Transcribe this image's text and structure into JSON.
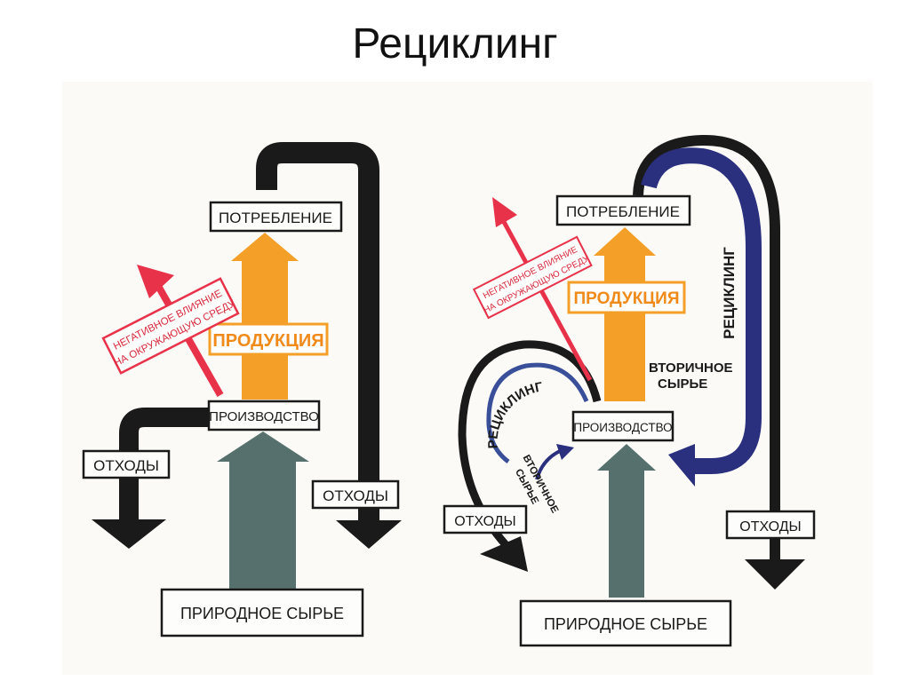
{
  "title": "Рециклинг",
  "colors": {
    "black_arrow": "#1b1a1b",
    "orange_arrow": "#f4a028",
    "red_arrow": "#e8324a",
    "teal_arrow": "#56706d",
    "blue_arrow": "#2a2f7e",
    "orange_text": "#f08a1a",
    "red_text": "#d8283c"
  },
  "left_diagram": {
    "consumption": "ПОТРЕБЛЕНИЕ",
    "products": "ПРОДУКЦИЯ",
    "production": "ПРОИЗВОДСТВО",
    "waste_left": "ОТХОДЫ",
    "waste_right": "ОТХОДЫ",
    "raw_material": "ПРИРОДНОЕ СЫРЬЕ",
    "negative_line1": "НЕГАТИВНОЕ ВЛИЯНИЕ",
    "negative_line2": "НА ОКРУЖАЮЩУЮ СРЕДУ"
  },
  "right_diagram": {
    "consumption": "ПОТРЕБЛЕНИЕ",
    "products": "ПРОДУКЦИЯ",
    "production": "ПРОИЗВОДСТВО",
    "waste_left": "ОТХОДЫ",
    "waste_right": "ОТХОДЫ",
    "raw_material": "ПРИРОДНОЕ СЫРЬЕ",
    "negative_line1": "НЕГАТИВНОЕ ВЛИЯНИЕ",
    "negative_line2": "НА ОКРУЖАЮЩУЮ СРЕДУ",
    "recycling_top": "РЕЦИКЛИНГ",
    "recycling_left": "РЕЦИКЛИНГ",
    "secondary_main_line1": "ВТОРИЧНОЕ",
    "secondary_main_line2": "СЫРЬЕ",
    "secondary_small_line1": "ВТОРИЧНОЕ",
    "secondary_small_line2": "СЫРЬЕ"
  }
}
